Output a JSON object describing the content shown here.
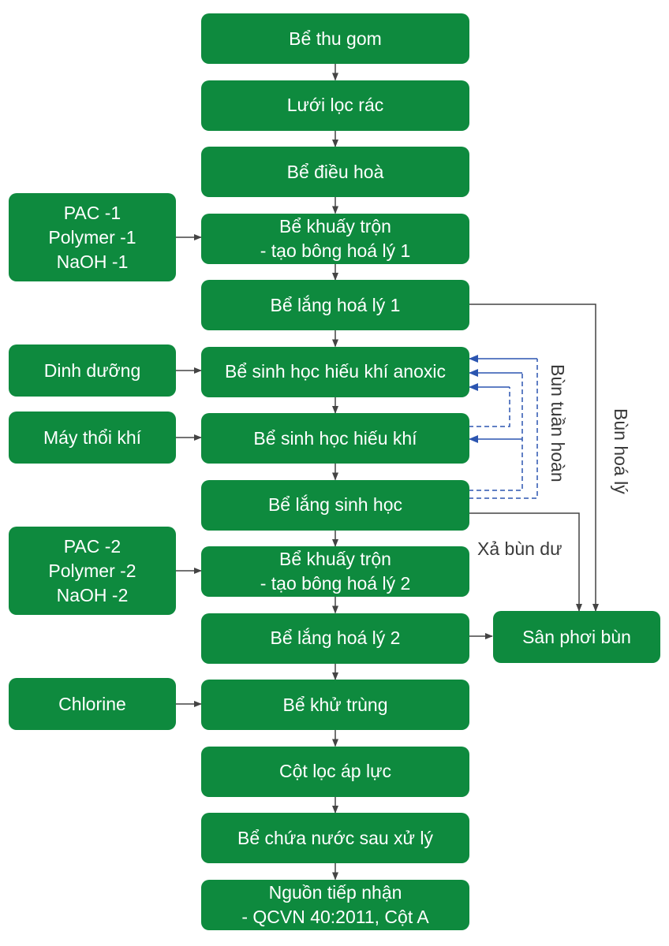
{
  "colors": {
    "box_fill": "#0e8a3e",
    "box_text": "#ffffff",
    "arrow": "#444444",
    "recirculation": "#2b55b0",
    "label_text": "#3a3a3a"
  },
  "main_flow": [
    {
      "lines": [
        "Bể thu gom"
      ]
    },
    {
      "lines": [
        "Lưới lọc rác"
      ]
    },
    {
      "lines": [
        "Bể điều hoà"
      ]
    },
    {
      "lines": [
        "Bể khuấy trộn",
        "- tạo bông hoá lý 1"
      ]
    },
    {
      "lines": [
        "Bể lắng hoá lý 1"
      ]
    },
    {
      "lines": [
        "Bể sinh học hiếu khí anoxic"
      ]
    },
    {
      "lines": [
        "Bể sinh học hiếu khí"
      ]
    },
    {
      "lines": [
        "Bể lắng sinh học"
      ]
    },
    {
      "lines": [
        "Bể khuấy trộn",
        "- tạo bông hoá lý 2"
      ]
    },
    {
      "lines": [
        "Bể lắng hoá lý 2"
      ]
    },
    {
      "lines": [
        "Bể khử trùng"
      ]
    },
    {
      "lines": [
        "Cột lọc áp lực"
      ]
    },
    {
      "lines": [
        "Bể chứa nước sau xử lý"
      ]
    },
    {
      "lines": [
        "Nguồn tiếp nhận",
        "- QCVN 40:2011, Cột A"
      ]
    }
  ],
  "inputs": [
    {
      "lines": [
        "PAC -1",
        "Polymer -1",
        "NaOH -1"
      ],
      "target": 3
    },
    {
      "lines": [
        "Dinh dưỡng"
      ],
      "target": 5
    },
    {
      "lines": [
        "Máy thổi khí"
      ],
      "target": 6
    },
    {
      "lines": [
        "PAC -2",
        "Polymer -2",
        "NaOH -2"
      ],
      "target": 8
    },
    {
      "lines": [
        "Chlorine"
      ],
      "target": 10
    }
  ],
  "sludge_bed": {
    "lines": [
      "Sân phơi bùn"
    ]
  },
  "labels": {
    "recirculated_sludge": "Bùn tuần hoàn",
    "chemical_sludge": "Bùn hoá lý",
    "excess_sludge": "Xả bùn dư"
  }
}
